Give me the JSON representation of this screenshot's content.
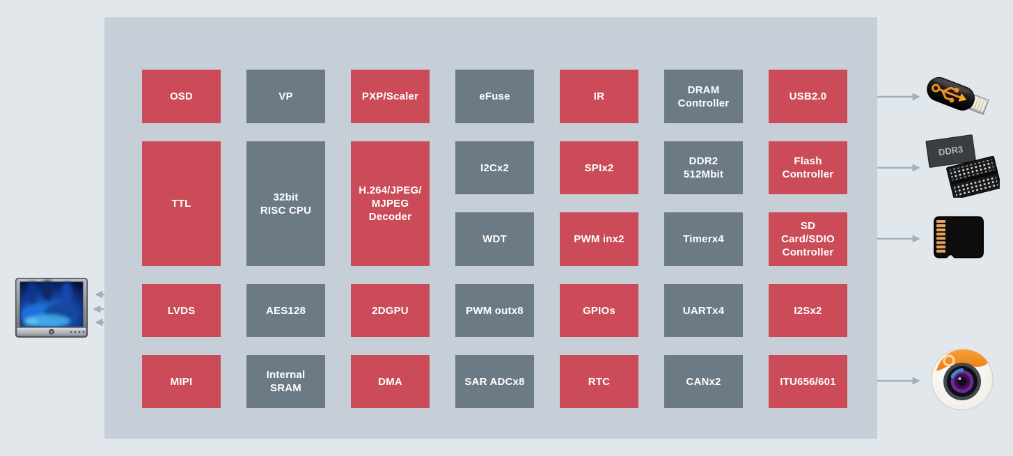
{
  "palette": {
    "page_bg": "#e2e7ec",
    "panel_bg": "#c6cfd7",
    "block_red": "#cb4c58",
    "block_gray": "#6c7a86",
    "arrow": "#9db1c0",
    "label_text": "#ffffff"
  },
  "blocks": [
    {
      "label": "OSD",
      "color": "red"
    },
    {
      "label": "VP",
      "color": "gray"
    },
    {
      "label": "PXP/Scaler",
      "color": "red"
    },
    {
      "label": "eFuse",
      "color": "gray"
    },
    {
      "label": "IR",
      "color": "red"
    },
    {
      "label": "DRAM\nController",
      "color": "gray"
    },
    {
      "label": "USB2.0",
      "color": "red"
    },
    {
      "label": "TTL",
      "color": "red"
    },
    {
      "label": "32bit\nRISC CPU",
      "color": "gray"
    },
    {
      "label": "H.264/JPEG/\nMJPEG\nDecoder",
      "color": "red"
    },
    {
      "label": "I2Cx2",
      "color": "gray"
    },
    {
      "label": "SPIx2",
      "color": "red"
    },
    {
      "label": "DDR2\n512Mbit",
      "color": "gray"
    },
    {
      "label": "Flash\nController",
      "color": "red"
    },
    {
      "label": "WDT",
      "color": "gray"
    },
    {
      "label": "PWM inx2",
      "color": "red"
    },
    {
      "label": "Timerx4",
      "color": "gray"
    },
    {
      "label": "SD\nCard/SDIO\nController",
      "color": "red"
    },
    {
      "label": "LVDS",
      "color": "red"
    },
    {
      "label": "AES128",
      "color": "gray"
    },
    {
      "label": "2DGPU",
      "color": "red"
    },
    {
      "label": "PWM outx8",
      "color": "gray"
    },
    {
      "label": "GPIOs",
      "color": "red"
    },
    {
      "label": "UARTx4",
      "color": "gray"
    },
    {
      "label": "I2Sx2",
      "color": "red"
    },
    {
      "label": "MIPI",
      "color": "red"
    },
    {
      "label": "Internal\nSRAM",
      "color": "gray"
    },
    {
      "label": "DMA",
      "color": "red"
    },
    {
      "label": "SAR ADCx8",
      "color": "gray"
    },
    {
      "label": "RTC",
      "color": "red"
    },
    {
      "label": "CANx2",
      "color": "gray"
    },
    {
      "label": "ITU656/601",
      "color": "red"
    }
  ],
  "icons": {
    "display": "lcd-monitor-icon",
    "usb_drive": "usb-flash-drive-icon",
    "memory": "ddr3-memory-chips-icon",
    "sd_card": "micro-sd-card-icon",
    "camera": "webcam-icon",
    "ddr3_chip_label": "DDR3"
  },
  "connections": {
    "to_display": [
      {
        "from": "TTL",
        "to": "lcd-display"
      },
      {
        "from": "LVDS",
        "to": "lcd-display"
      },
      {
        "from": "MIPI",
        "to": "lcd-display"
      }
    ],
    "bidirectional": [
      {
        "between": "USB2.0",
        "and": "usb-flash-drive"
      },
      {
        "between": "Flash Controller",
        "and": "ddr3-memory"
      },
      {
        "between": "SD Card/SDIO Controller",
        "and": "micro-sd-card"
      },
      {
        "between": "ITU656/601",
        "and": "camera"
      }
    ]
  }
}
